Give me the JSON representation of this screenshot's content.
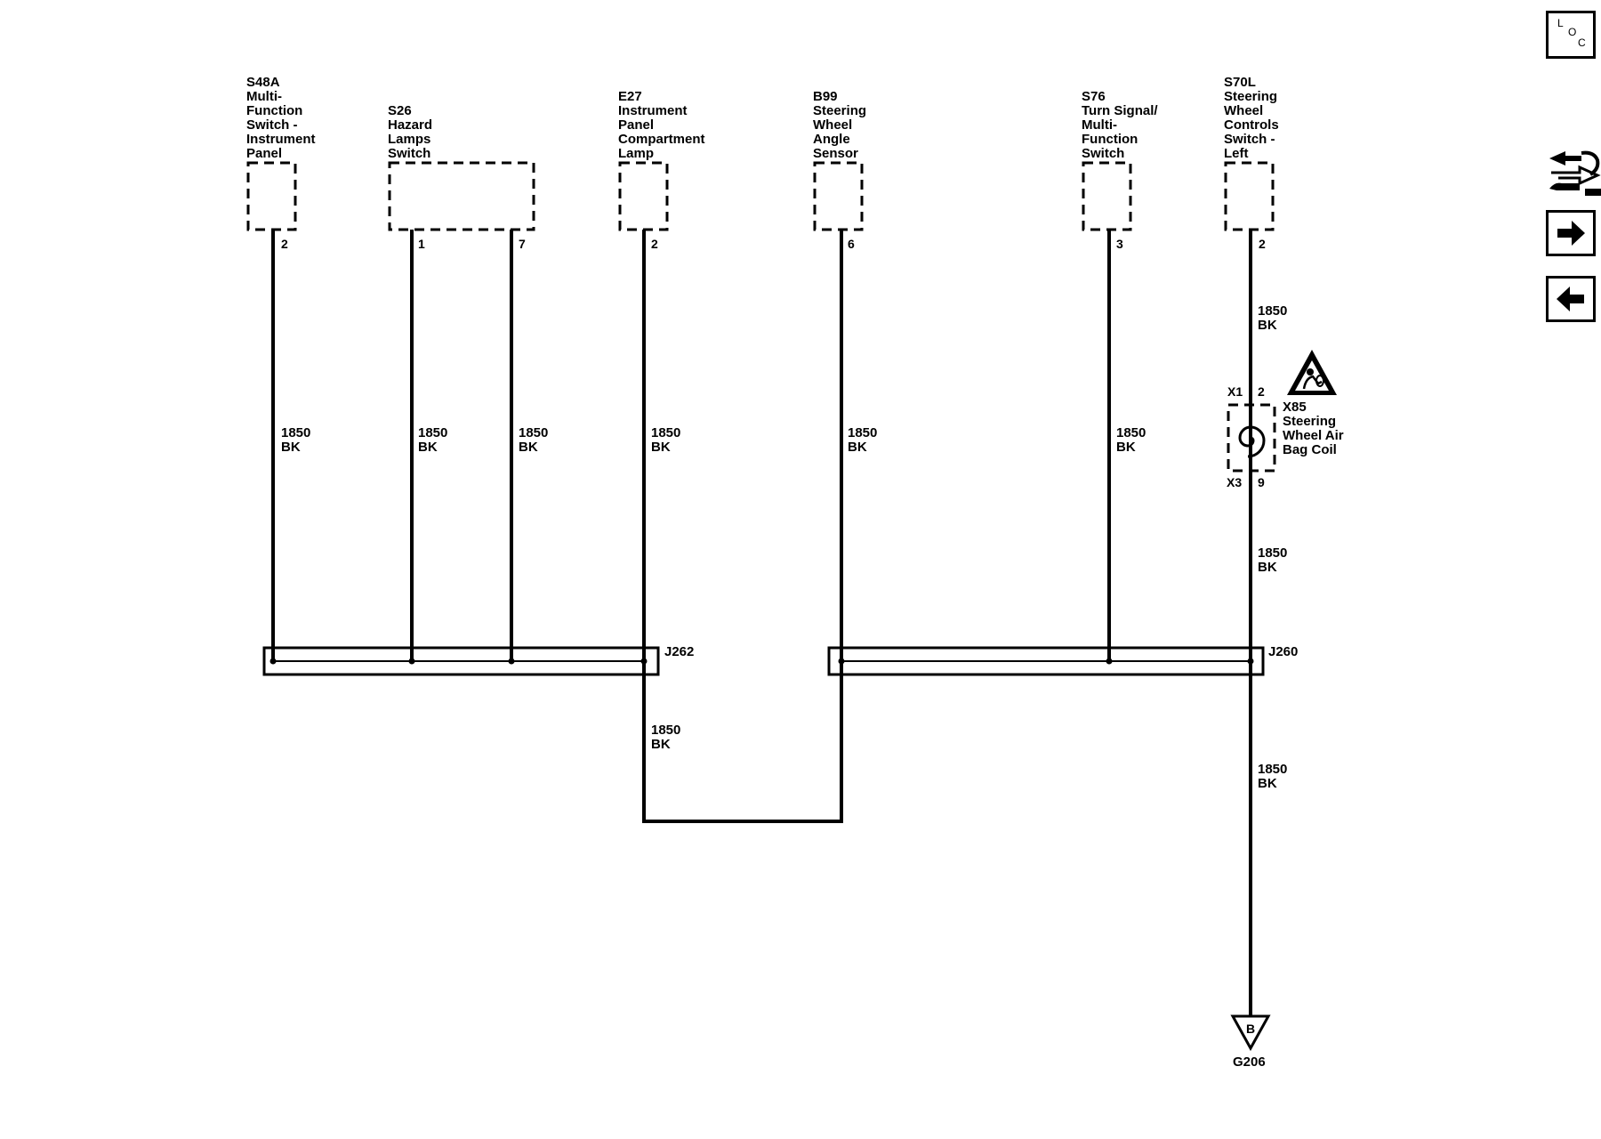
{
  "components": {
    "s48a": {
      "lines": [
        "S48A",
        "Multi-",
        "Function",
        "Switch -",
        "Instrument",
        "Panel"
      ]
    },
    "s26": {
      "lines": [
        "S26",
        "Hazard",
        "Lamps",
        "Switch"
      ]
    },
    "e27": {
      "lines": [
        "E27",
        "Instrument",
        "Panel",
        "Compartment",
        "Lamp"
      ]
    },
    "b99": {
      "lines": [
        "B99",
        "Steering",
        "Wheel",
        "Angle",
        "Sensor"
      ]
    },
    "s76": {
      "lines": [
        "S76",
        "Turn Signal/",
        "Multi-",
        "Function",
        "Switch"
      ]
    },
    "s70l": {
      "lines": [
        "S70L",
        "Steering",
        "Wheel",
        "Controls",
        "Switch -",
        "Left"
      ]
    },
    "x85": {
      "lines": [
        "X85",
        "Steering",
        "Wheel Air",
        "Bag Coil"
      ]
    }
  },
  "pins": {
    "s48a": "2",
    "s26_a": "1",
    "s26_b": "7",
    "e27": "2",
    "b99": "6",
    "s76": "3",
    "s70l": "2",
    "x85_top_conn": "X1",
    "x85_top_pin": "2",
    "x85_bot_conn": "X3",
    "x85_bot_pin": "9"
  },
  "wire_label": {
    "gauge": "1850",
    "color": "BK"
  },
  "splices": {
    "left": "J262",
    "right": "J260"
  },
  "ground": {
    "letter": "B",
    "name": "G206"
  },
  "toolbar": {
    "loc_l": "L",
    "loc_o": "O",
    "loc_c": "C",
    "icons": [
      "location-icon",
      "navigation-icon",
      "next-arrow-icon",
      "previous-arrow-icon"
    ]
  }
}
